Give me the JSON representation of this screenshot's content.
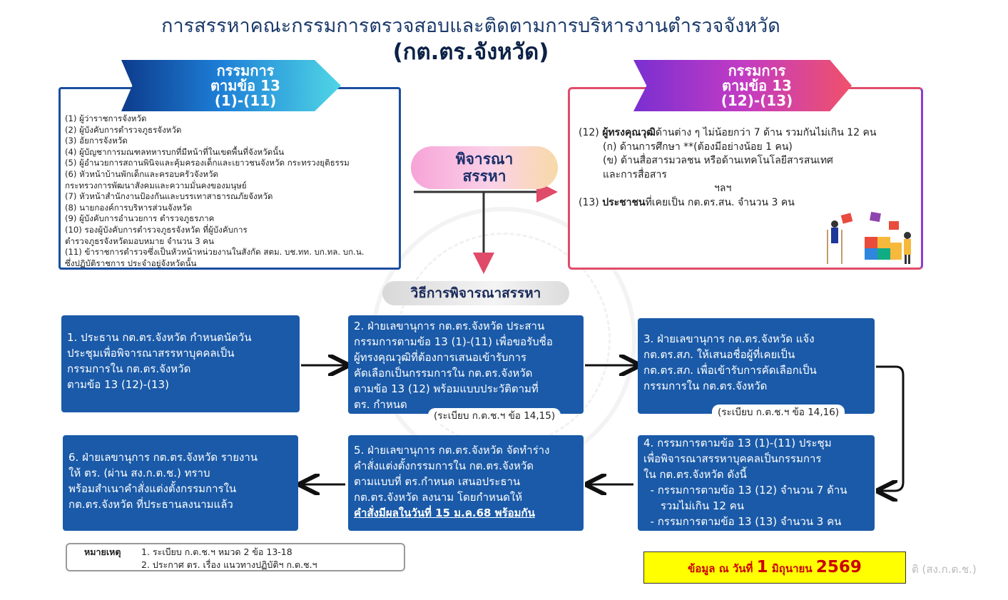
{
  "title": {
    "line1": "การสรรหาคณะกรรมการตรวจสอบและติดตามการบริหารงานตำรวจจังหวัด",
    "line2": "(กต.ตร.จังหวัด)"
  },
  "left_banner": {
    "l1": "กรรมการ",
    "l2": "ตามข้อ 13",
    "l3": "(1)-(11)"
  },
  "left_items": [
    "(1) ผู้ว่าราชการจังหวัด",
    "(2) ผู้บังคับการตำรวจภูธรจังหวัด",
    "(3) อัยการจังหวัด",
    "(4) ผู้บัญชาการมณฑลทหารบกที่มีหน้าที่ในเขตพื้นที่จังหวัดนั้น",
    "(5) ผู้อำนวยการสถานพินิจและคุ้มครองเด็กและเยาวชนจังหวัด กระทรวงยุติธรรม",
    "(6) หัวหน้าบ้านพักเด็กและครอบครัวจังหวัด",
    "กระทรวงการพัฒนาสังคมและความมั่นคงของมนุษย์",
    "(7) หัวหน้าสำนักงานป้องกันและบรรเทาสาธารณภัยจังหวัด",
    "(8) นายกองค์การบริหารส่วนจังหวัด",
    "(9) ผู้บังคับการอำนวยการ ตำรวจภูธรภาค",
    "(10) รองผู้บังคับการตำรวจภูธรจังหวัด ที่ผู้บังคับการ",
    "ตำรวจภูธรจังหวัดมอบหมาย จำนวน 3 คน",
    "(11) ข้าราชการตำรวจซึ่งเป็นหัวหน้าหน่วยงานในสังกัด สตม. บช.ทท. บก.ทล. บก.น.",
    "ซึ่งปฏิบัติราชการ ประจำอยู่จังหวัดนั้น"
  ],
  "right_banner": {
    "l1": "กรรมการ",
    "l2": "ตามข้อ 13",
    "l3": "(12)-(13)"
  },
  "right_items": {
    "i12_prefix": "(12) ",
    "i12_bold": "ผู้ทรงคุณวุฒิ",
    "i12_rest": "ด้านต่าง ๆ ไม่น้อยกว่า 7 ด้าน รวมกันไม่เกิน 12 คน",
    "a": "(ก) ด้านการศึกษา **(ต้องมีอย่างน้อย 1 คน)",
    "b": "(ข) ด้านสื่อสารมวลชน หรือด้านเทคโนโลยีสารสนเทศ",
    "b2": "และการสื่อสาร",
    "etc": "ฯลฯ",
    "i13_prefix": "(13) ",
    "i13_bold": "ประชาชน",
    "i13_rest": "ที่เคยเป็น กต.ตร.สน. จำนวน 3 คน"
  },
  "consider": {
    "l1": "พิจารณา",
    "l2": "สรรหา"
  },
  "method_title": "วิธีการพิจารณาสรรหา",
  "steps": {
    "s1": [
      "1. ประธาน กต.ตร.จังหวัด กำหนดนัดวัน",
      "ประชุมเพื่อพิจารณาสรรหาบุคคลเป็น",
      "กรรมการใน กต.ตร.จังหวัด",
      "ตามข้อ 13 (12)-(13)"
    ],
    "s2": [
      "2. ฝ่ายเลขานุการ กต.ตร.จังหวัด ประสาน",
      "กรรมการตามข้อ 13 (1)-(11) เพื่อขอรับชื่อ",
      "ผู้ทรงคุณวุฒิที่ต้องการเสนอเข้ารับการ",
      "คัดเลือกเป็นกรรมการใน กต.ตร.จังหวัด",
      "ตามข้อ 13 (12) พร้อมแบบประวัติตามที่",
      "ตร. กำหนด"
    ],
    "s2_ref": "(ระเบียบ ก.ต.ช.ฯ ข้อ 14,15)",
    "s3": [
      "3. ฝ่ายเลขานุการ กต.ตร.จังหวัด แจ้ง",
      "กต.ตร.สภ. ให้เสนอชื่อผู้ที่เคยเป็น",
      "กต.ตร.สภ. เพื่อเข้ารับการคัดเลือกเป็น",
      "กรรมการใน กต.ตร.จังหวัด"
    ],
    "s3_ref": "(ระเบียบ ก.ต.ช.ฯ ข้อ 14,16)",
    "s4": [
      "4. กรรมการตามข้อ 13 (1)-(11) ประชุม",
      "เพื่อพิจารณาสรรหาบุคคลเป็นกรรมการ",
      "ใน กต.ตร.จังหวัด ดังนี้",
      "  - กรรมการตามข้อ 13 (12) จำนวน 7 ด้าน",
      "     รวมไม่เกิน 12 คน",
      "  - กรรมการตามข้อ 13 (13) จำนวน 3 คน"
    ],
    "s5": [
      "5. ฝ่ายเลขานุการ กต.ตร.จังหวัด จัดทำร่าง",
      "คำสั่งแต่งตั้งกรรมการใน กต.ตร.จังหวัด",
      "ตามแบบที่ ตร.กำหนด เสนอประธาน",
      "กต.ตร.จังหวัด ลงนาม โดยกำหนดให้"
    ],
    "s5_bold": "คำสั่งมีผลในวันที่ 15 ม.ค.68 พร้อมกัน",
    "s6": [
      "6. ฝ่ายเลขานุการ กต.ตร.จังหวัด รายงาน",
      "ให้ ตร. (ผ่าน สง.ก.ต.ช.) ทราบ",
      "พร้อมสำเนาคำสั่งแต่งตั้งกรรมการใน",
      "กต.ตร.จังหวัด ที่ประธานลงนามแล้ว"
    ]
  },
  "note": {
    "label": "หมายเหตุ",
    "n1": "1. ระเบียบ ก.ต.ช.ฯ หมวด 2 ข้อ 13-18",
    "n2": "2. ประกาศ ตร. เรื่อง แนวทางปฏิบัติฯ ก.ต.ช.ฯ"
  },
  "date_box": {
    "prefix": "ข้อมูล ณ วันที่ ",
    "day": "1",
    "month": " มิถุนายน ",
    "year": "2569"
  },
  "credit": "ติ (สง.ก.ต.ช.)",
  "colors": {
    "step_bg": "#1a5aa8",
    "date_bg": "#ffff00",
    "date_text": "#cc0000",
    "arrow_red": "#e04b6a"
  }
}
